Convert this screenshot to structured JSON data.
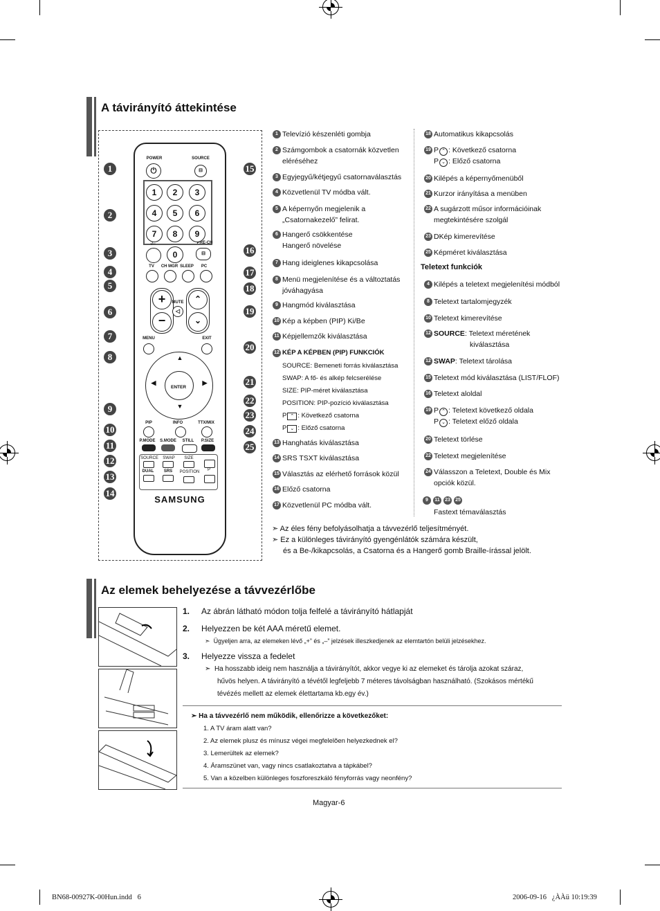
{
  "section1": {
    "title": "A távirányító áttekintése"
  },
  "section2": {
    "title": "Az elemek behelyezése a távvezérlőbe"
  },
  "remote": {
    "power": "POWER",
    "source": "SOURCE",
    "prech": "PRE-CH",
    "tv": "TV",
    "chmgr": "CH MGR",
    "sleep": "SLEEP",
    "pc": "PC",
    "mute": "MUTE",
    "menu": "MENU",
    "exit": "EXIT",
    "enter": "ENTER",
    "pip": "PIP",
    "info": "INFO",
    "ttxmix": "TTX/MIX",
    "pmode": "P.MODE",
    "smode": "S.MODE",
    "still": "STILL",
    "psize": "P.SIZE",
    "source2": "SOURCE",
    "swap": "SWAP",
    "size": "SIZE",
    "dual": "DUAL",
    "srs": "SRS",
    "position": "POSITION",
    "p": "P",
    "brand": "SAMSUNG",
    "digits": [
      "1",
      "2",
      "3",
      "4",
      "5",
      "6",
      "7",
      "8",
      "9",
      "-/--",
      "0"
    ]
  },
  "col1": [
    {
      "n": "1",
      "t": "Televízió készenléti gombja"
    },
    {
      "n": "2",
      "t": "Számgombok a csatornák közvetlen",
      "t2": "eléréséhez"
    },
    {
      "n": "3",
      "t": "Egyjegyű/kétjegyű csatornaválasztás"
    },
    {
      "n": "4",
      "t": "Közvetlenül TV módba vált."
    },
    {
      "n": "5",
      "t": "A képernyőn megjelenik a",
      "t2": "„Csatornakezelő” felirat."
    },
    {
      "n": "6",
      "t": "Hangerő csökkentése",
      "t2": "Hangerő növelése"
    },
    {
      "n": "7",
      "t": "Hang ideiglenes kikapcsolása"
    },
    {
      "n": "8",
      "t": "Menü megjelenítése és a változtatás",
      "t2": "jóváhagyása"
    },
    {
      "n": "9",
      "t": "Hangmód kiválasztása"
    },
    {
      "n": "10",
      "t": "Kép a képben (PIP) Ki/Be"
    },
    {
      "n": "11",
      "t": "Képjellemzők kiválasztása"
    },
    {
      "n": "12",
      "t": "KÉP A KÉPBEN (PIP) FUNKCIÓK"
    },
    {
      "n": "13",
      "t": "Hanghatás kiválasztása"
    },
    {
      "n": "14",
      "t": "SRS TSXT kiválasztása"
    },
    {
      "n": "15",
      "t": "Választás az elérhető források közül"
    },
    {
      "n": "16",
      "t": "Előző csatorna"
    },
    {
      "n": "17",
      "t": "Közvetlenül PC módba vált."
    }
  ],
  "pip_lines": [
    "SOURCE: Bemeneti forrás kiválasztása",
    "SWAP:    A fő- és alkép felcserélése",
    "SIZE: PIP-méret kiválasztása",
    "POSITION: PIP-pozíció kiválasztása",
    "P",
    ": Következő csatorna",
    "P",
    ": Előző csatorna"
  ],
  "col2": [
    {
      "n": "18",
      "t": "Automatikus kikapcsolás"
    },
    {
      "n": "19",
      "t": "P",
      "t_a": ": Következő csatorna",
      "t2": "P",
      "t2_a": ": Előző csatorna"
    },
    {
      "n": "20",
      "t": "Kilépés a képernyőmenüből"
    },
    {
      "n": "21",
      "t": "Kurzor irányítása a menüben"
    },
    {
      "n": "22",
      "t": "A sugárzott műsor információinak",
      "t2": "megtekintésére szolgál"
    },
    {
      "n": "23",
      "t": "DKép kimerevítése"
    },
    {
      "n": "25",
      "t": "Képméret kiválasztása"
    }
  ],
  "teletext_title": "Teletext funkciók",
  "teletext": [
    {
      "n": "4",
      "t": "Kilépés a teletext megjelenítési módból"
    },
    {
      "n": "8",
      "t": "Teletext tartalomjegyzék"
    },
    {
      "n": "10",
      "t": "Teletext kimerevítése"
    },
    {
      "n": "12",
      "b": "SOURCE",
      "t": ": Teletext méretének",
      "t2": "kiválasztása"
    },
    {
      "n": "12",
      "b": "SWAP",
      "t": ": Teletext tárolása"
    },
    {
      "n": "15",
      "t": "Teletext mód kiválasztása (LIST/FLOF)"
    },
    {
      "n": "16",
      "t": "Teletext aloldal"
    },
    {
      "n": "19",
      "t": "P",
      "t_a": ": Teletext következő oldala",
      "t2": "P",
      "t2_a": ": Teletext előző oldala"
    },
    {
      "n": "20",
      "t": "Teletext törlése"
    },
    {
      "n": "22",
      "t": "Teletext megjelenítése"
    },
    {
      "n": "24",
      "t": "Válasszon a Teletext, Double és Mix",
      "t2": "opciók közül."
    }
  ],
  "fastext_nums": [
    "9",
    "11",
    "23",
    "25"
  ],
  "fastext": "Fastext témaválasztás",
  "notes1": [
    "Az éles fény befolyásolhatja a távvezérlő teljesítményét.",
    "Ez a különleges távirányító gyengénlátók számára készült,",
    "és a Be-/kikapcsolás, a Csatorna és a Hangerő gomb Braille-írással jelölt."
  ],
  "steps": [
    {
      "n": "1.",
      "t": "Az ábrán látható módon tolja felfelé a távirányító hátlapját"
    },
    {
      "n": "2.",
      "t": "Helyezzen be két AAA méretű elemet."
    },
    {
      "n": "3.",
      "t": "Helyezze vissza a fedelet"
    }
  ],
  "step2_note": "Ügyeljen arra, az elemeken lévő „+” és „–” jelzések illeszkedjenek az elemtartón belüli jelzésekhez.",
  "step3_note": [
    "Ha hosszabb ideig nem használja a távirányítót, akkor vegye ki az elemeket és tárolja azokat száraz,",
    "hűvös helyen. A távirányító a tévétől legfeljebb 7 méteres távolságban használható. (Szokásos mértékű",
    "tévézés mellett az elemek élettartama kb.egy év.)"
  ],
  "check_title": "Ha a távvezérlő nem működik, ellenőrizze a következőket:",
  "checks": [
    "1. A TV áram alatt van?",
    "2. Az elemek plusz és mínusz végei megfelelõen helyezkednek el?",
    "3. Lemerültek az elemek?",
    "4. Áramszünet van, vagy nincs csatlakoztatva a tápkábel?",
    "5. Van a közelben különleges foszforeszkáló fényforrás vagy neonfény?"
  ],
  "page_label": "Magyar-6",
  "footer_left": "BN68-00927K-00Hun.indd   6",
  "footer_right": "2006-09-16   ¿ÀÀü 10:19:39",
  "callouts_left": [
    "1",
    "2",
    "3",
    "4",
    "5",
    "6",
    "7",
    "8",
    "9",
    "10",
    "11",
    "12",
    "13",
    "14"
  ],
  "callouts_right": [
    "15",
    "16",
    "17",
    "18",
    "19",
    "20",
    "21",
    "22",
    "23",
    "24",
    "25"
  ],
  "colors": {
    "accent": "#555555",
    "badge": "#444444"
  }
}
